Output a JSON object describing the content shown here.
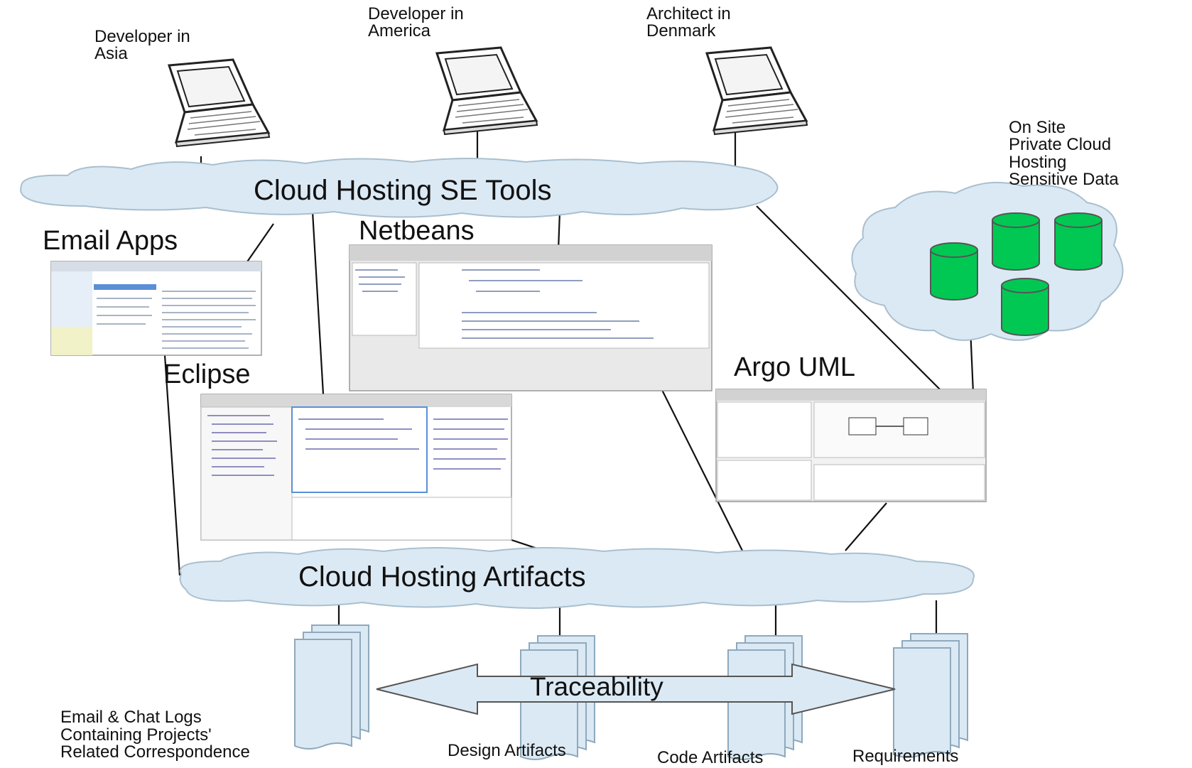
{
  "nodes": {
    "developer_asia": "Developer in\nAsia",
    "developer_america": "Developer in\nAmerica",
    "architect_denmark": "Architect in\nDenmark",
    "private_cloud": "On Site\nPrivate Cloud\nHosting\nSensitive Data"
  },
  "clouds": {
    "tools": "Cloud Hosting SE Tools",
    "artifacts": "Cloud Hosting Artifacts"
  },
  "apps": {
    "email": "Email Apps",
    "netbeans": "Netbeans",
    "eclipse": "Eclipse",
    "argo": "Argo UML"
  },
  "artifacts": {
    "email_logs": "Email & Chat Logs\nContaining Projects'\nRelated Correspondence",
    "design": "Design Artifacts",
    "code": "Code Artifacts",
    "requirements": "Requirements",
    "traceability": "Traceability"
  },
  "colors": {
    "cloud_fill": "#dbe9f4",
    "database_green": "#00c853",
    "document_fill": "#dbe9f4"
  }
}
